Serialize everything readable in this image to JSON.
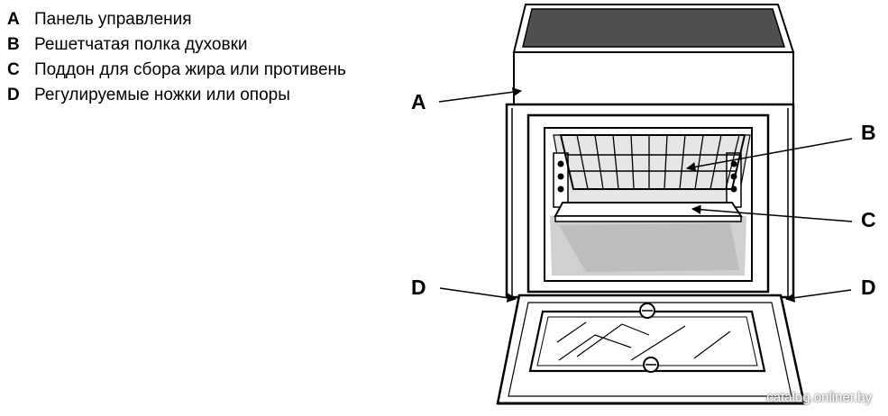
{
  "legend": [
    {
      "key": "A",
      "text": "Панель управления"
    },
    {
      "key": "B",
      "text": "Решетчатая полка духовки"
    },
    {
      "key": "C",
      "text": "Поддон для сбора жира или противень"
    },
    {
      "key": "D",
      "text": "Регулируемые ножки или опоры"
    }
  ],
  "callouts": {
    "a": "A",
    "b": "B",
    "c": "C",
    "d_left": "D",
    "d_right": "D"
  },
  "watermark": "catalog.onliner.by"
}
